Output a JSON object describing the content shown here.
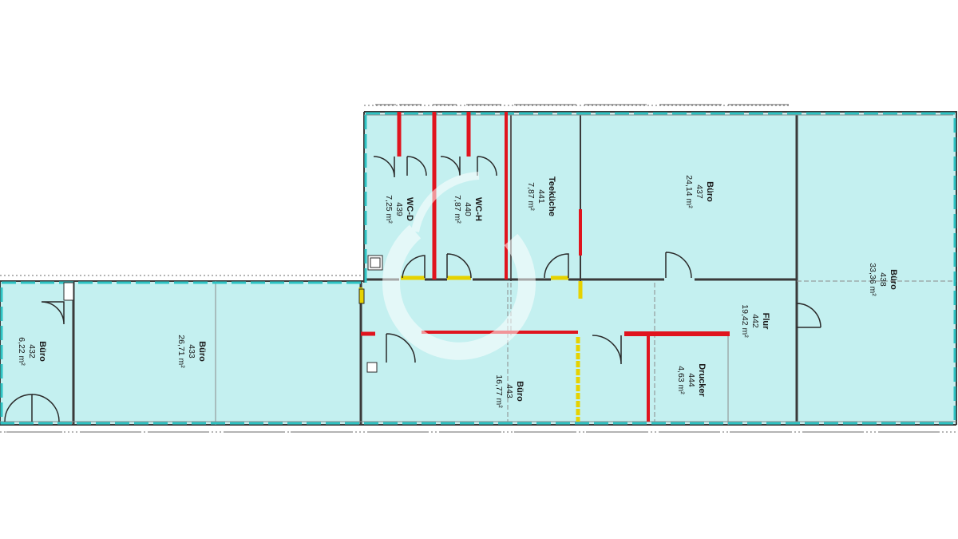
{
  "colors": {
    "room_fill": "#c4f0f0",
    "outline_dash": "#2ec4c4",
    "wall": "#3a3a3a",
    "wall_light": "#8a8a8a",
    "red_wall": "#e0141e",
    "yellow_wall": "#e6d200",
    "background": "#ffffff",
    "watermark": "#ffffff"
  },
  "rooms": [
    {
      "id": "r432",
      "name": "Büro",
      "number": "432",
      "area": "6,22 m²"
    },
    {
      "id": "r433",
      "name": "Büro",
      "number": "433",
      "area": "26,71 m²"
    },
    {
      "id": "r439",
      "name": "WC-D",
      "number": "439",
      "area": "7,25 m²"
    },
    {
      "id": "r440",
      "name": "WC-H",
      "number": "440",
      "area": "7,87 m²"
    },
    {
      "id": "r441",
      "name": "Teeküche",
      "number": "441",
      "area": "7,87 m²"
    },
    {
      "id": "r437",
      "name": "Büro",
      "number": "437",
      "area": "24,14 m²"
    },
    {
      "id": "r438",
      "name": "Büro",
      "number": "438",
      "area": "33,36 m²"
    },
    {
      "id": "r442",
      "name": "Flur",
      "number": "442",
      "area": "19,42 m²"
    },
    {
      "id": "r443",
      "name": "Büro",
      "number": "443",
      "area": "16,77 m²"
    },
    {
      "id": "r444",
      "name": "Drucker",
      "number": "444",
      "area": "4,63 m²"
    }
  ]
}
